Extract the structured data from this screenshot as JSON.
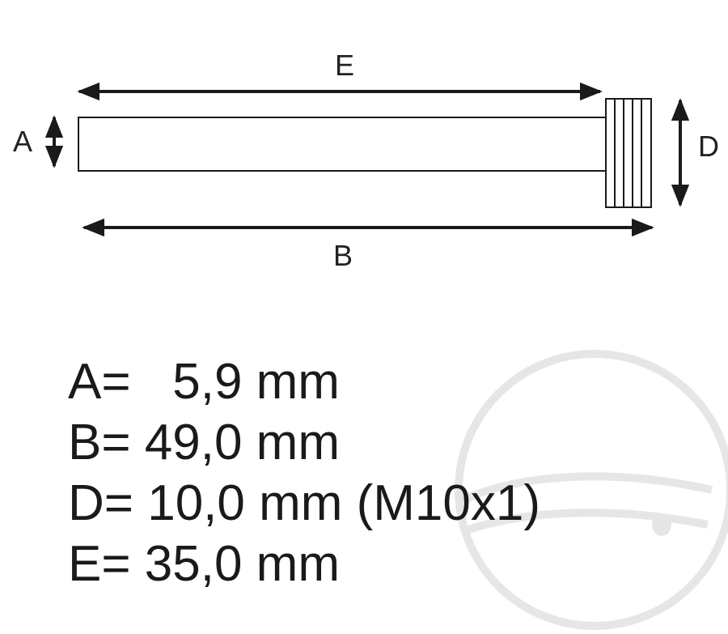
{
  "diagram": {
    "labels": {
      "A": "A",
      "B": "B",
      "D": "D",
      "E": "E"
    }
  },
  "specs": [
    {
      "text": "A=   5,9 mm"
    },
    {
      "text": "B= 49,0 mm"
    },
    {
      "text": "D= 10,0 mm (M10x1)"
    },
    {
      "text": "E= 35,0 mm"
    }
  ],
  "watermark": {
    "icon": "helmet-logo-watermark",
    "color": "#e8e8e8"
  },
  "colors": {
    "line": "#1a1a1a",
    "text": "#1a1a1a"
  }
}
